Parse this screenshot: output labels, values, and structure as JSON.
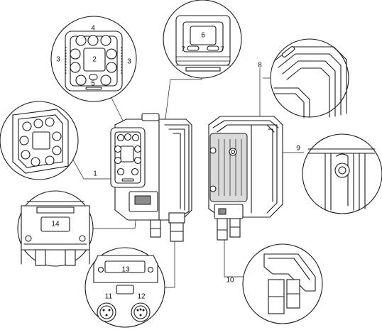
{
  "callouts": {
    "c1": "1",
    "c2": "2",
    "c3_left": "3",
    "c3_right": "3",
    "c4": "4",
    "c5": "5",
    "c6": "6",
    "c7_left": "7",
    "c7_right": "7",
    "c8": "8",
    "c9": "9",
    "c10": "10",
    "c11": "11",
    "c12": "12",
    "c13": "13",
    "c14": "14"
  }
}
